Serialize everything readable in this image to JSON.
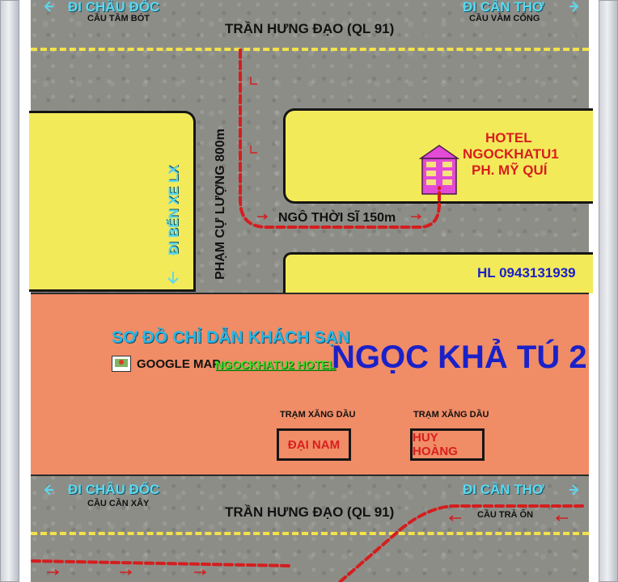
{
  "top": {
    "dir_left": "ĐI CHÂU ĐỐC",
    "dir_left_sub": "CẦU TẦM BÓT",
    "dir_right": "ĐI CẦN THƠ",
    "dir_right_sub": "CẦU VÀM CỐNG",
    "road_name": "TRẦN HƯNG ĐẠO (QL 91)"
  },
  "side_streets": {
    "pham_cu_luong": "PHẠM CỰ LƯỢNG 800m",
    "di_ben_xe": "ĐI BẾN XE LX",
    "ngo_thoi_si": "NGÔ THỜI SĨ 150m"
  },
  "hotel": {
    "line1": "HOTEL",
    "line2": "NGOCKHATU1",
    "line3": "PH. MỸ QUÍ",
    "hotline": "HL 0943131939"
  },
  "banner": {
    "subtitle": "SƠ ĐỒ CHỈ DẪN KHÁCH SẠN",
    "google_map": "GOOGLE MAP",
    "search_link": "NGOCKHATU2 HOTEL",
    "title": "NGỌC KHẢ TÚ 2"
  },
  "stations": [
    {
      "caption": "TRẠM XĂNG DẦU",
      "name": "ĐẠI NAM"
    },
    {
      "caption": "TRẠM XĂNG DẦU",
      "name": "HUY HOÀNG"
    }
  ],
  "bottom": {
    "dir_left": "ĐI CHÂU ĐỐC",
    "dir_left_sub": "CẦU CẦN XÂY",
    "dir_right": "ĐI CẦN THƠ",
    "dir_right_sub": "CẦU TRÀ ÔN",
    "road_name": "TRẦN HƯNG ĐẠO (QL 91)"
  },
  "colors": {
    "block": "#f3ea5a",
    "band": "#f08c66",
    "road": "#8d8d88",
    "route": "#d41e1e",
    "direction_text": "#5ad9f0",
    "title": "#1a21c8",
    "subtitle": "#29b6e3",
    "link": "#3fdc2a",
    "hotel_text": "#d81e1e"
  },
  "icons": [
    "hotel-building-icon",
    "google-map-icon",
    "arrow-left-icon",
    "arrow-right-icon"
  ]
}
